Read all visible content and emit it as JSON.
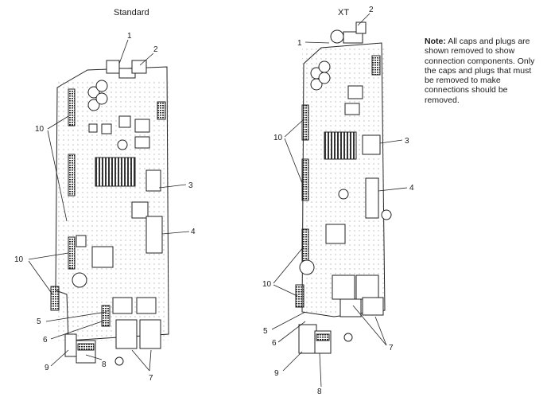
{
  "titles": {
    "standard": "Standard",
    "xt": "XT"
  },
  "note": {
    "label": "Note:",
    "text": "All caps and plugs are shown removed to show connection components. Only the caps and plugs that must be removed to make connections should be removed."
  },
  "callouts": {
    "std": [
      "1",
      "2",
      "3",
      "4",
      "5",
      "6",
      "7",
      "8",
      "9",
      "10",
      "10"
    ],
    "xt": [
      "1",
      "2",
      "3",
      "4",
      "5",
      "6",
      "7",
      "8",
      "9",
      "10",
      "10"
    ]
  }
}
